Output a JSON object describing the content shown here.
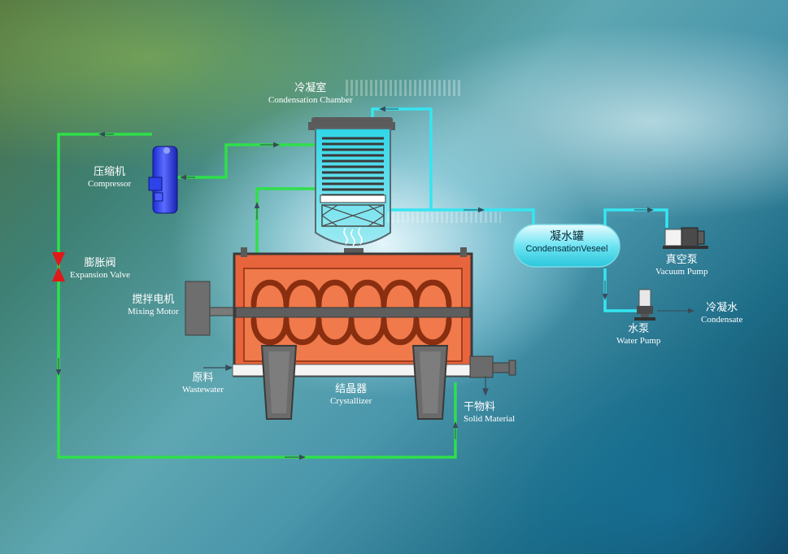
{
  "labels": {
    "condensation_chamber": {
      "cn": "冷凝室",
      "en": "Condensation Chamber"
    },
    "compressor": {
      "cn": "压缩机",
      "en": "Compressor"
    },
    "expansion_valve": {
      "cn": "膨胀阀",
      "en": "Expansion Valve"
    },
    "mixing_motor": {
      "cn": "搅拌电机",
      "en": "Mixing Motor"
    },
    "wastewater": {
      "cn": "原料",
      "en": "Wastewater"
    },
    "crystallizer": {
      "cn": "结晶器",
      "en": "Crystallizer"
    },
    "solid_material": {
      "cn": "干物料",
      "en": "Solid Material"
    },
    "condensation_vessel": {
      "cn": "凝水罐",
      "en": "CondensationVeseel"
    },
    "vacuum_pump": {
      "cn": "真空泵",
      "en": "Vacuum Pump"
    },
    "water_pump": {
      "cn": "水泵",
      "en": "Water Pump"
    },
    "condensate": {
      "cn": "冷凝水",
      "en": "Condensate"
    }
  },
  "colors": {
    "refrigerant_line": "#2ee04a",
    "cold_line": "#35e6f2",
    "crystallizer_body": "#e8643c",
    "equipment_gray": "#707070",
    "compressor_blue": "#2a3ee0",
    "valve_red": "#e01818"
  }
}
